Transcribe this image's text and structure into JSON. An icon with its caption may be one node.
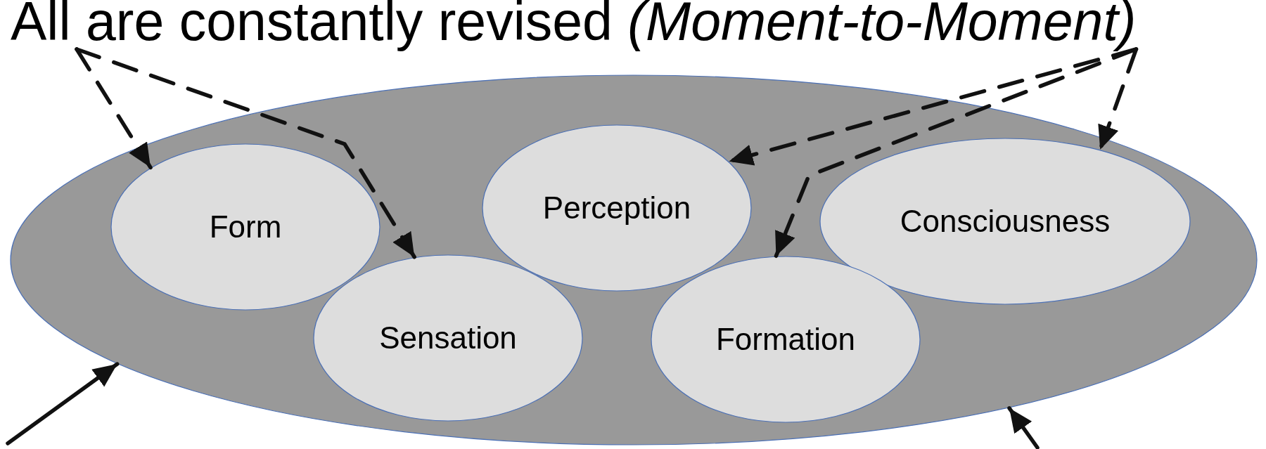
{
  "diagram": {
    "nodes": [
      {
        "text": [
          "All are constantly revised *(Moment-to-Moment)*"
        ]
      },
      {
        "text": [],
        "shape": "circle"
      },
      {
        "text": [
          "Form"
        ],
        "in": 1
      },
      {
        "text": [
          "Perception"
        ],
        "in": 1
      },
      {
        "text": [
          "Consciousness"
        ],
        "in": 1
      },
      {
        "text": [
          "Sensation"
        ],
        "in": 1
      },
      {
        "text": [
          "Formation"
        ],
        "in": 1
      }
    ],
    "edges": [
      {
        "from": 0,
        "to": 2,
        "arrow": "to",
        "style": "dashed"
      },
      {
        "from": 0,
        "to": 5,
        "arrow": "to",
        "style": "dashed"
      },
      {
        "from": 0,
        "to": 3,
        "arrow": "to",
        "style": "dashed"
      },
      {
        "from": 0,
        "to": 4,
        "arrow": "to",
        "style": "dashed"
      },
      {
        "from": 0,
        "to": 6,
        "arrow": "to",
        "style": "dashed"
      },
      {
        "from": null,
        "to": 1,
        "arrow": "to"
      },
      {
        "from": null,
        "to": 1,
        "arrow": "to"
      }
    ]
  }
}
